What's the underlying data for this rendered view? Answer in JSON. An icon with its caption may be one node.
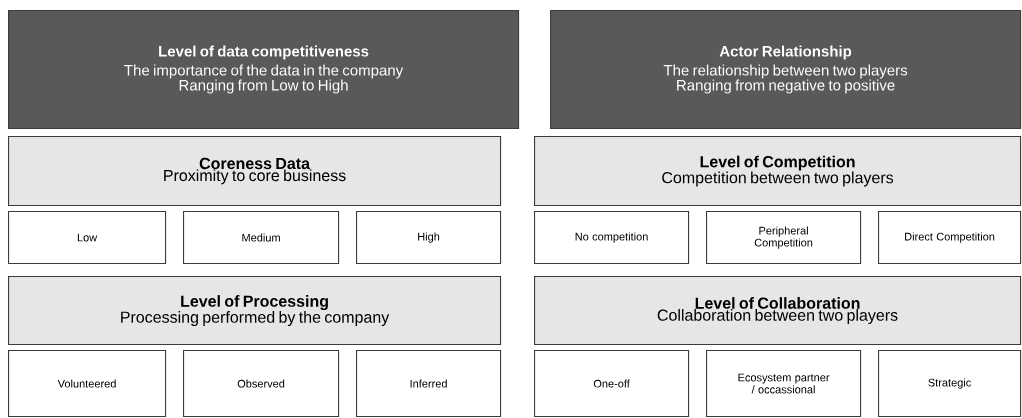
{
  "diagram": {
    "nodes": [
      {
        "text": [
          "Level of data competitiveness",
          "The importance of the data in the company",
          "Ranging from Low to High"
        ]
      },
      {
        "text": [
          "Actor Relationship",
          "The relationship between two players",
          "Ranging from negative to positive"
        ]
      },
      {
        "text": [
          "Coreness Data",
          "Proximity to core business"
        ]
      },
      {
        "text": [
          "Level of Competition",
          "Competition between two players"
        ]
      },
      {
        "text": [
          "Low"
        ]
      },
      {
        "text": [
          "Medium"
        ]
      },
      {
        "text": [
          "High"
        ]
      },
      {
        "text": [
          "No competition"
        ]
      },
      {
        "text": [
          "Peripheral Competition"
        ]
      },
      {
        "text": [
          "Direct Competition"
        ]
      },
      {
        "text": [
          "Level of Processing",
          "Processing performed by the company"
        ]
      },
      {
        "text": [
          "Level of Collaboration",
          "Collaboration between two players"
        ]
      },
      {
        "text": [
          "Volunteered"
        ]
      },
      {
        "text": [
          "Observed"
        ]
      },
      {
        "text": [
          "Inferred"
        ]
      },
      {
        "text": [
          "One-off"
        ]
      },
      {
        "text": [
          "Ecosystem partner / occassional"
        ]
      },
      {
        "text": [
          "Strategic"
        ]
      }
    ]
  }
}
